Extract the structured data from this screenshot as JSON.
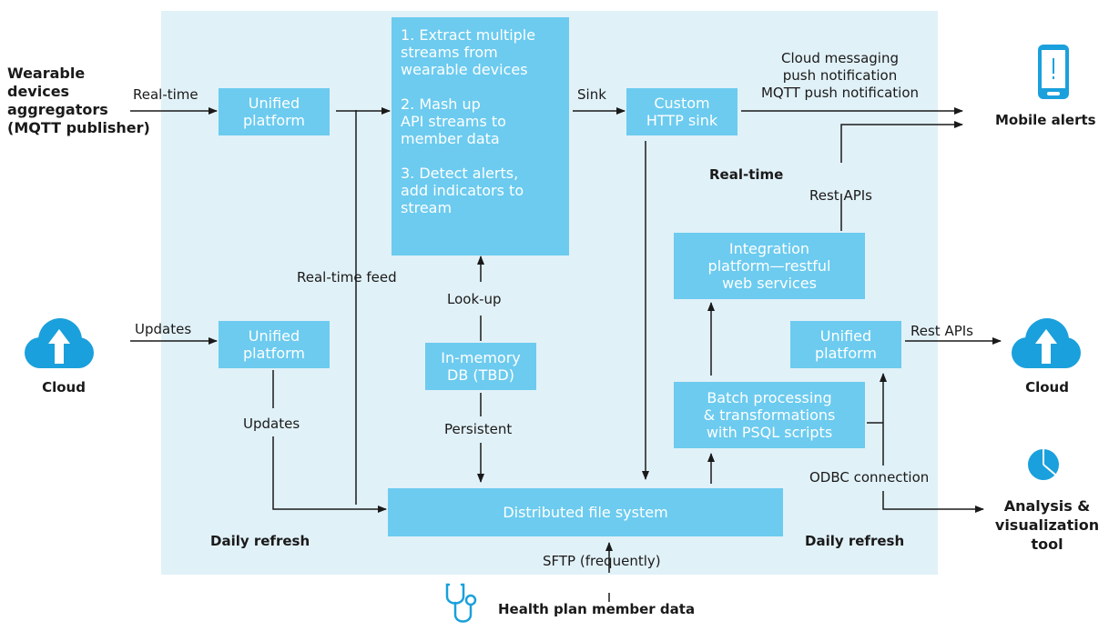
{
  "colors": {
    "panel": "#e1f1f8",
    "box": "#6ccbef",
    "icon": "#1aa0dc",
    "line": "#1a1a1a"
  },
  "boxes": {
    "unified_top": "Unified\nplatform",
    "processing": "1. Extract multiple\nstreams from\nwearable devices\n\n2. Mash up\nAPI streams to\nmember data\n\n3. Detect alerts,\nadd indicators to\nstream",
    "http_sink": "Custom\nHTTP sink",
    "integration": "Integration\nplatform—restful\nweb services",
    "unified_mid": "Unified\nplatform",
    "in_memory": "In-memory\nDB (TBD)",
    "unified_right": "Unified\nplatform",
    "batch": "Batch processing\n& transformations\nwith PSQL scripts",
    "dfs": "Distributed file system"
  },
  "labels": {
    "wearable": "Wearable\ndevices\naggregators\n(MQTT publisher)",
    "realtime_in": "Real-time",
    "sink": "Sink",
    "cloud_messaging": "Cloud messaging\npush notification\nMQTT push notification",
    "mobile_alerts": "Mobile alerts",
    "realtime_bold": "Real-time",
    "rest_apis_up": "Rest APIs",
    "realtime_feed": "Real-time feed",
    "look_up": "Look-up",
    "updates_in": "Updates",
    "cloud_left": "Cloud",
    "rest_apis_right": "Rest APIs",
    "cloud_right": "Cloud",
    "updates_down": "Updates",
    "persistent": "Persistent",
    "odbc": "ODBC connection",
    "analysis": "Analysis &\nvisualization\ntool",
    "daily_left": "Daily refresh",
    "daily_right": "Daily refresh",
    "sftp": "SFTP (frequently)",
    "health": "Health plan member data"
  },
  "icons": {
    "cloud_left": "cloud-upload-icon",
    "cloud_right": "cloud-upload-icon",
    "mobile": "mobile-phone-alert-icon",
    "analysis": "pie-chart-icon",
    "health": "stethoscope-icon"
  }
}
